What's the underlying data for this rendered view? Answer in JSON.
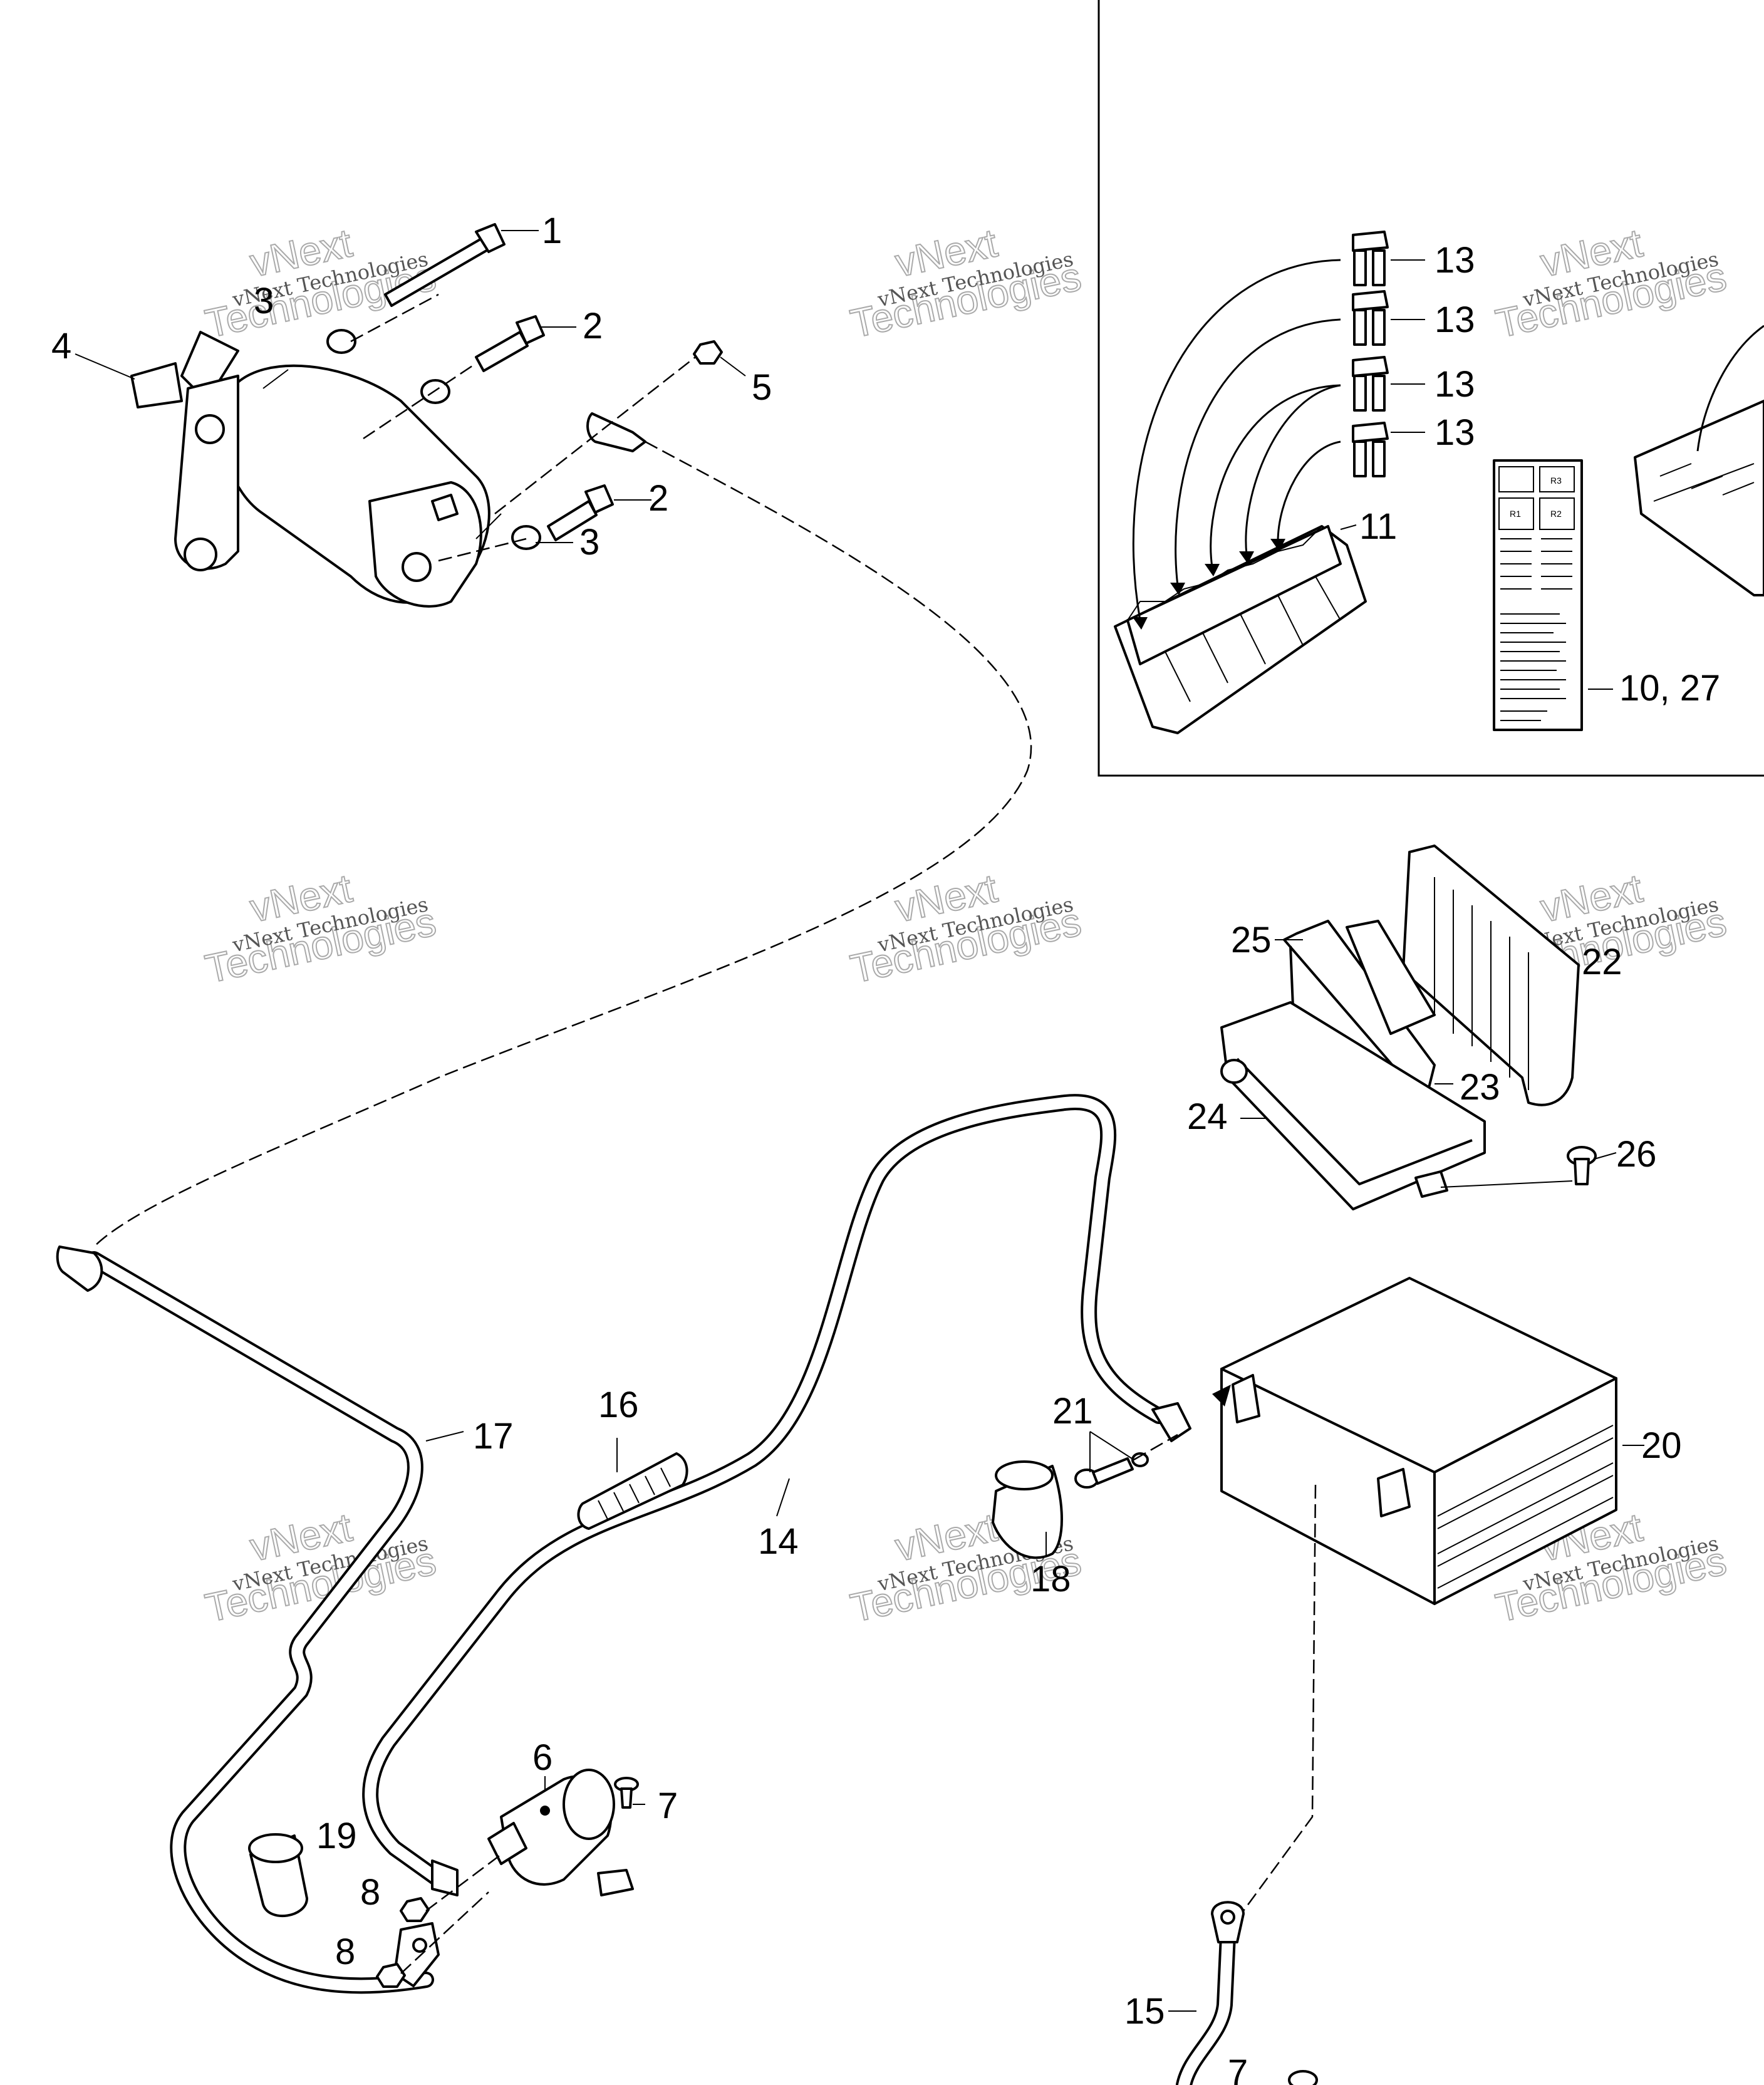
{
  "callouts": {
    "c1": "1",
    "c2a": "2",
    "c2b": "2",
    "c3a": "3",
    "c3b": "3",
    "c4": "4",
    "c5": "5",
    "c6": "6",
    "c7a": "7",
    "c7b": "7",
    "c8a": "8",
    "c8b": "8",
    "c10_27": "10, 27",
    "c11": "11",
    "c13a": "13",
    "c13b": "13",
    "c13c": "13",
    "c13d": "13",
    "c14": "14",
    "c15": "15",
    "c16": "16",
    "c17": "17",
    "c18": "18",
    "c19": "19",
    "c20": "20",
    "c21": "21",
    "c22": "22",
    "c23": "23",
    "c24": "24",
    "c25": "25",
    "c26": "26"
  },
  "fuse_label": {
    "r3": "R3",
    "r1": "R1",
    "r2": "R2"
  },
  "watermark": {
    "line1": "vNext Technologies",
    "line2": "vNext",
    "line3": "Technologies"
  }
}
